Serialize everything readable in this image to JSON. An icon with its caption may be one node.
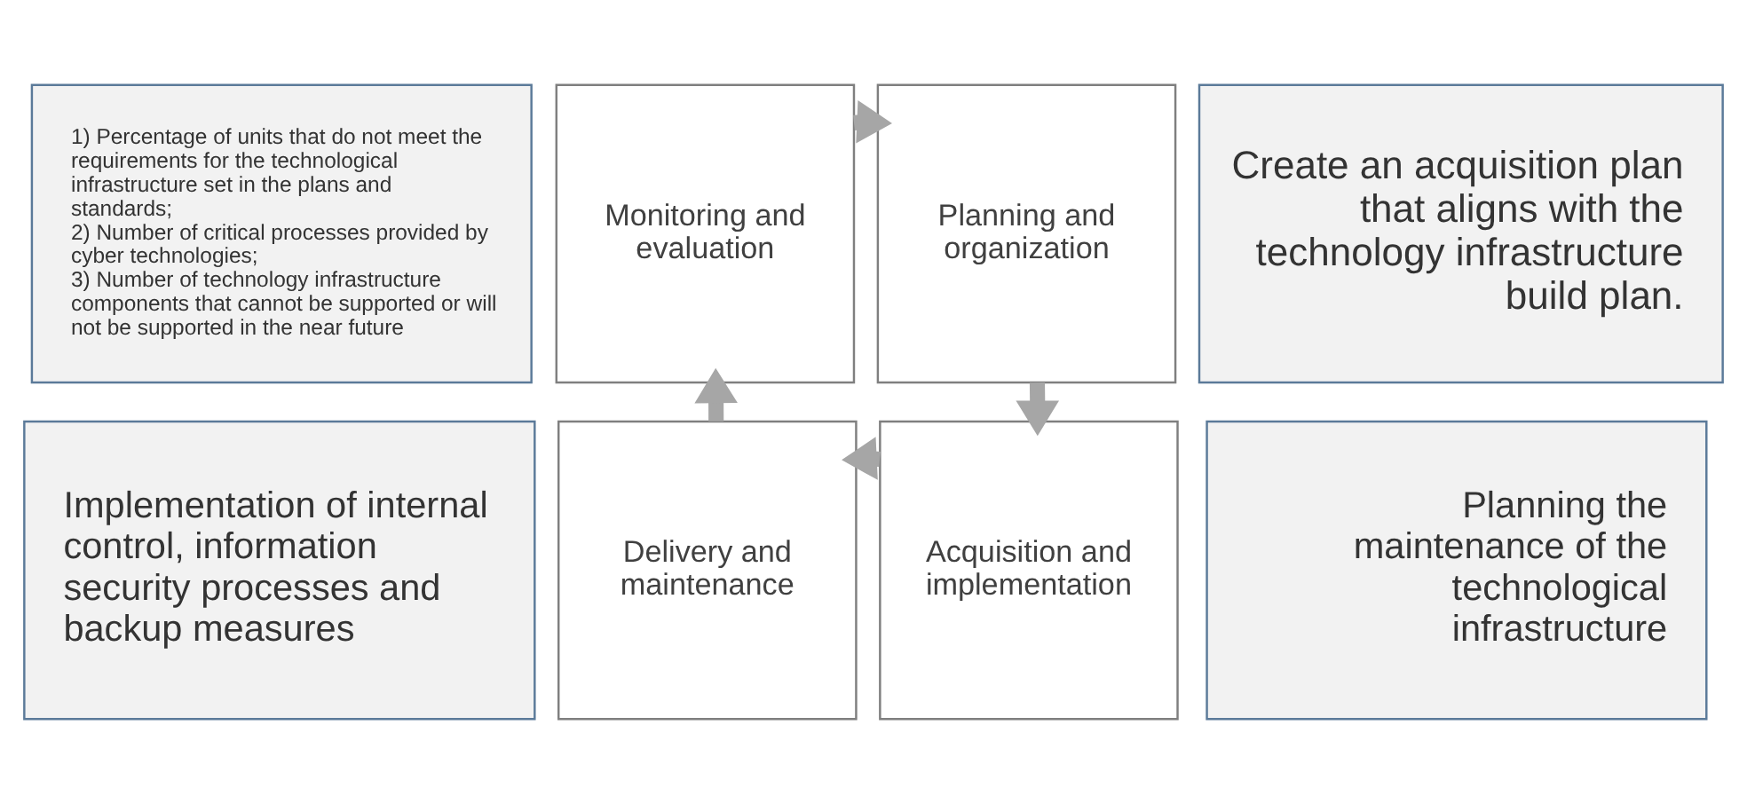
{
  "diagram": {
    "nodes": [
      {
        "text": [
          "1) Percentage of units that do not meet the requirements for the technological infrastructure set in the plans and standards;",
          "2) Number of critical processes provided by cyber technologies;",
          "3) Number of technology infrastructure components that cannot be supported or will not be supported in the near future"
        ]
      },
      {
        "text": [
          "Monitoring and evaluation"
        ]
      },
      {
        "text": [
          "Planning and organization"
        ]
      },
      {
        "text": [
          "Create an acquisition plan that aligns with the technology infrastructure build plan."
        ]
      },
      {
        "text": [
          "Implementation of internal control, information security processes and backup measures"
        ]
      },
      {
        "text": [
          "Delivery and maintenance"
        ]
      },
      {
        "text": [
          "Acquisition and implementation"
        ]
      },
      {
        "text": [
          "Planning the maintenance of the technological infrastructure"
        ]
      }
    ],
    "edges": [
      {
        "from": 1,
        "to": 2,
        "arrow": "to"
      },
      {
        "from": 2,
        "to": 6,
        "arrow": "to"
      },
      {
        "from": 6,
        "to": 5,
        "arrow": "to"
      },
      {
        "from": 5,
        "to": 1,
        "arrow": "to"
      }
    ]
  }
}
